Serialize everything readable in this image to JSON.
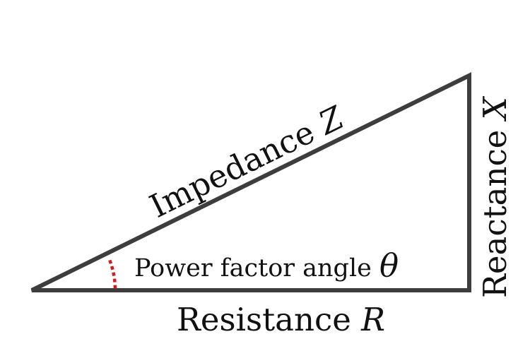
{
  "diagram": {
    "hypotenuse": {
      "label": "Impedance",
      "symbol": "Z"
    },
    "vertical_side": {
      "label": "Reactance",
      "symbol": "X"
    },
    "base": {
      "label": "Resistance",
      "symbol": "R"
    },
    "angle": {
      "label": "Power factor angle",
      "symbol": "θ"
    }
  },
  "colors": {
    "triangle_stroke": "#3d3d3d",
    "angle_arc": "#d61a1a",
    "text": "#111111",
    "background": "#ffffff"
  }
}
